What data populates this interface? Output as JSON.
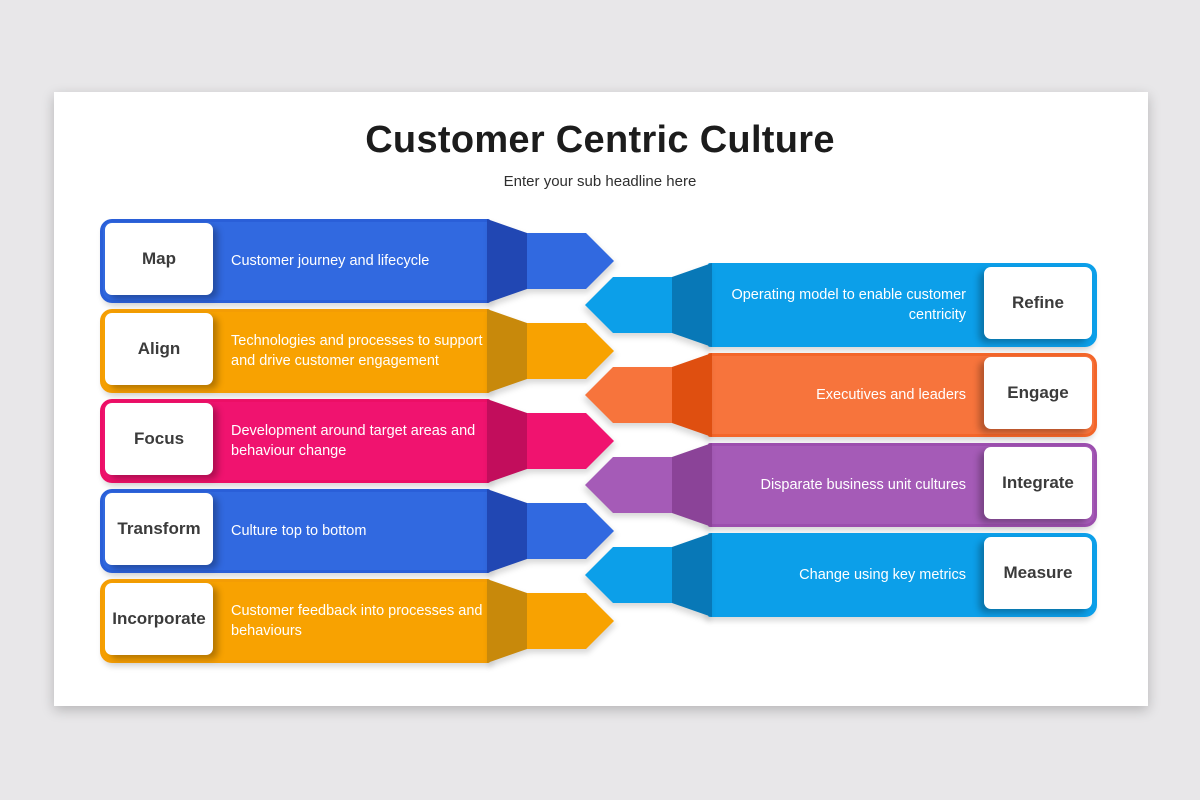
{
  "title": "Customer Centric Culture",
  "subtitle": "Enter your sub headline here",
  "colors": {
    "page_background": "#E8E7E9",
    "canvas": "#FFFFFF",
    "label_text": "#3B3B3B",
    "body_text": "#FFFFFF"
  },
  "left_rows": [
    {
      "label": "Map",
      "text": "Customer journey and lifecycle",
      "fill": "#3169E0",
      "dark": "#2147B3",
      "border": "#2A5FD8"
    },
    {
      "label": "Align",
      "text": "Technologies and processes to support and drive customer engagement",
      "fill": "#F8A201",
      "dark": "#C8890B",
      "border": "#F49D04"
    },
    {
      "label": "Focus",
      "text": "Development around target areas and behaviour change",
      "fill": "#F0136F",
      "dark": "#C20D5C",
      "border": "#EC0F66"
    },
    {
      "label": "Transform",
      "text": "Culture top to bottom",
      "fill": "#3169E0",
      "dark": "#2147B3",
      "border": "#2A5FD8"
    },
    {
      "label": "Incorporate",
      "text": "Customer feedback into processes and behaviours",
      "fill": "#F8A201",
      "dark": "#C8890B",
      "border": "#F49D04"
    }
  ],
  "right_rows": [
    {
      "label": "Refine",
      "text": "Operating model to enable customer centricity",
      "fill": "#0C9FE9",
      "dark": "#0878B7",
      "border": "#0C9FE9"
    },
    {
      "label": "Engage",
      "text": "Executives and leaders",
      "fill": "#F7743C",
      "dark": "#DF4F10",
      "border": "#F3662A"
    },
    {
      "label": "Integrate",
      "text": "Disparate business unit cultures",
      "fill": "#A55BB7",
      "dark": "#8B4398",
      "border": "#9C4FAE"
    },
    {
      "label": "Measure",
      "text": "Change using key metrics",
      "fill": "#0C9FE9",
      "dark": "#0878B7",
      "border": "#0C9FE9"
    }
  ]
}
